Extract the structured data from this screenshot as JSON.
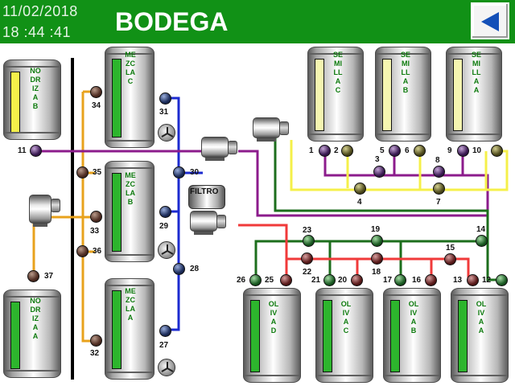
{
  "header": {
    "date": "11/02/2018",
    "time": "18 :44 :41",
    "title": "BODEGA",
    "back_icon": "back-arrow-icon"
  },
  "tanks": {
    "nodriza_b": {
      "label": "NODRIZA B",
      "level_color": "#f5f04a"
    },
    "nodriza_a": {
      "label": "NODRIZA A",
      "level_color": "#2db52d"
    },
    "mezcla_c": {
      "label": "MEZCLA C",
      "level_color": "#2db52d"
    },
    "mezcla_b": {
      "label": "MEZCLA B",
      "level_color": "#2db52d"
    },
    "mezcla_a": {
      "label": "MEZCLA A",
      "level_color": "#2db52d"
    },
    "semilla_c": {
      "label": "SEMILLA C",
      "level_color": "#f5f5b0"
    },
    "semilla_b": {
      "label": "SEMILLA B",
      "level_color": "#f5f5b0"
    },
    "semilla_a": {
      "label": "SEMILLA A",
      "level_color": "#f5f5b0"
    },
    "oliva_d": {
      "label": "OLIVA D",
      "level_color": "#2db52d"
    },
    "oliva_c": {
      "label": "OLIVA C",
      "level_color": "#2db52d"
    },
    "oliva_b": {
      "label": "OLIVA B",
      "level_color": "#2db52d"
    },
    "oliva_a": {
      "label": "OLIVA A",
      "level_color": "#2db52d"
    }
  },
  "filter_label": "FILTRO",
  "valves": {
    "v1": "1",
    "v2": "2",
    "v3": "3",
    "v4": "4",
    "v5": "5",
    "v6": "6",
    "v7": "7",
    "v8": "8",
    "v9": "9",
    "v10": "10",
    "v11": "11",
    "v12": "12",
    "v13": "13",
    "v14": "14",
    "v15": "15",
    "v16": "16",
    "v17": "17",
    "v18": "18",
    "v19": "19",
    "v20": "20",
    "v21": "21",
    "v22": "22",
    "v23": "23",
    "v25": "25",
    "v26": "26",
    "v27": "27",
    "v28": "28",
    "v29": "29",
    "v30": "30",
    "v31": "31",
    "v32": "32",
    "v33": "33",
    "v34": "34",
    "v35": "35",
    "v36": "36",
    "v37": "37"
  },
  "colors": {
    "header_bg": "#119116",
    "pipe_orange": "#e8a21c",
    "pipe_blue": "#1c2bd0",
    "pipe_purple": "#8c1c8c",
    "pipe_yellow": "#f5f04a",
    "pipe_green": "#1c6e1c",
    "pipe_red": "#f03a3a"
  }
}
